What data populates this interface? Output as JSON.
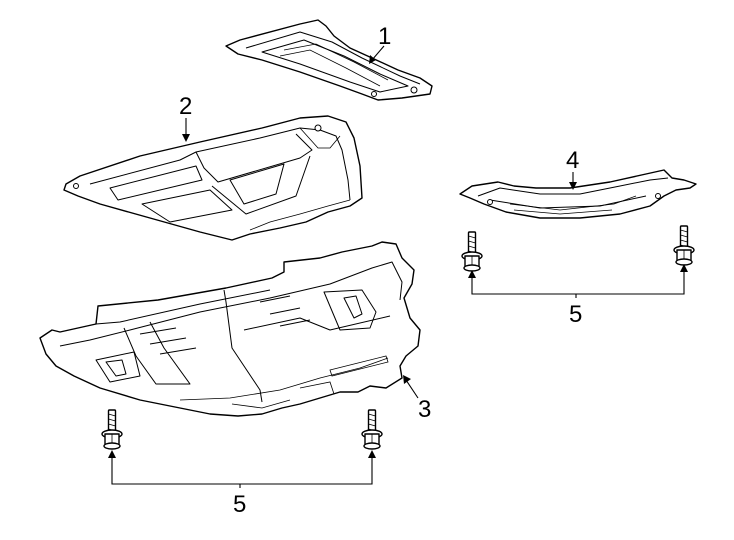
{
  "callouts": {
    "part1": "1",
    "part2": "2",
    "part3": "3",
    "part4": "4",
    "part5_left": "5",
    "part5_right": "5"
  }
}
